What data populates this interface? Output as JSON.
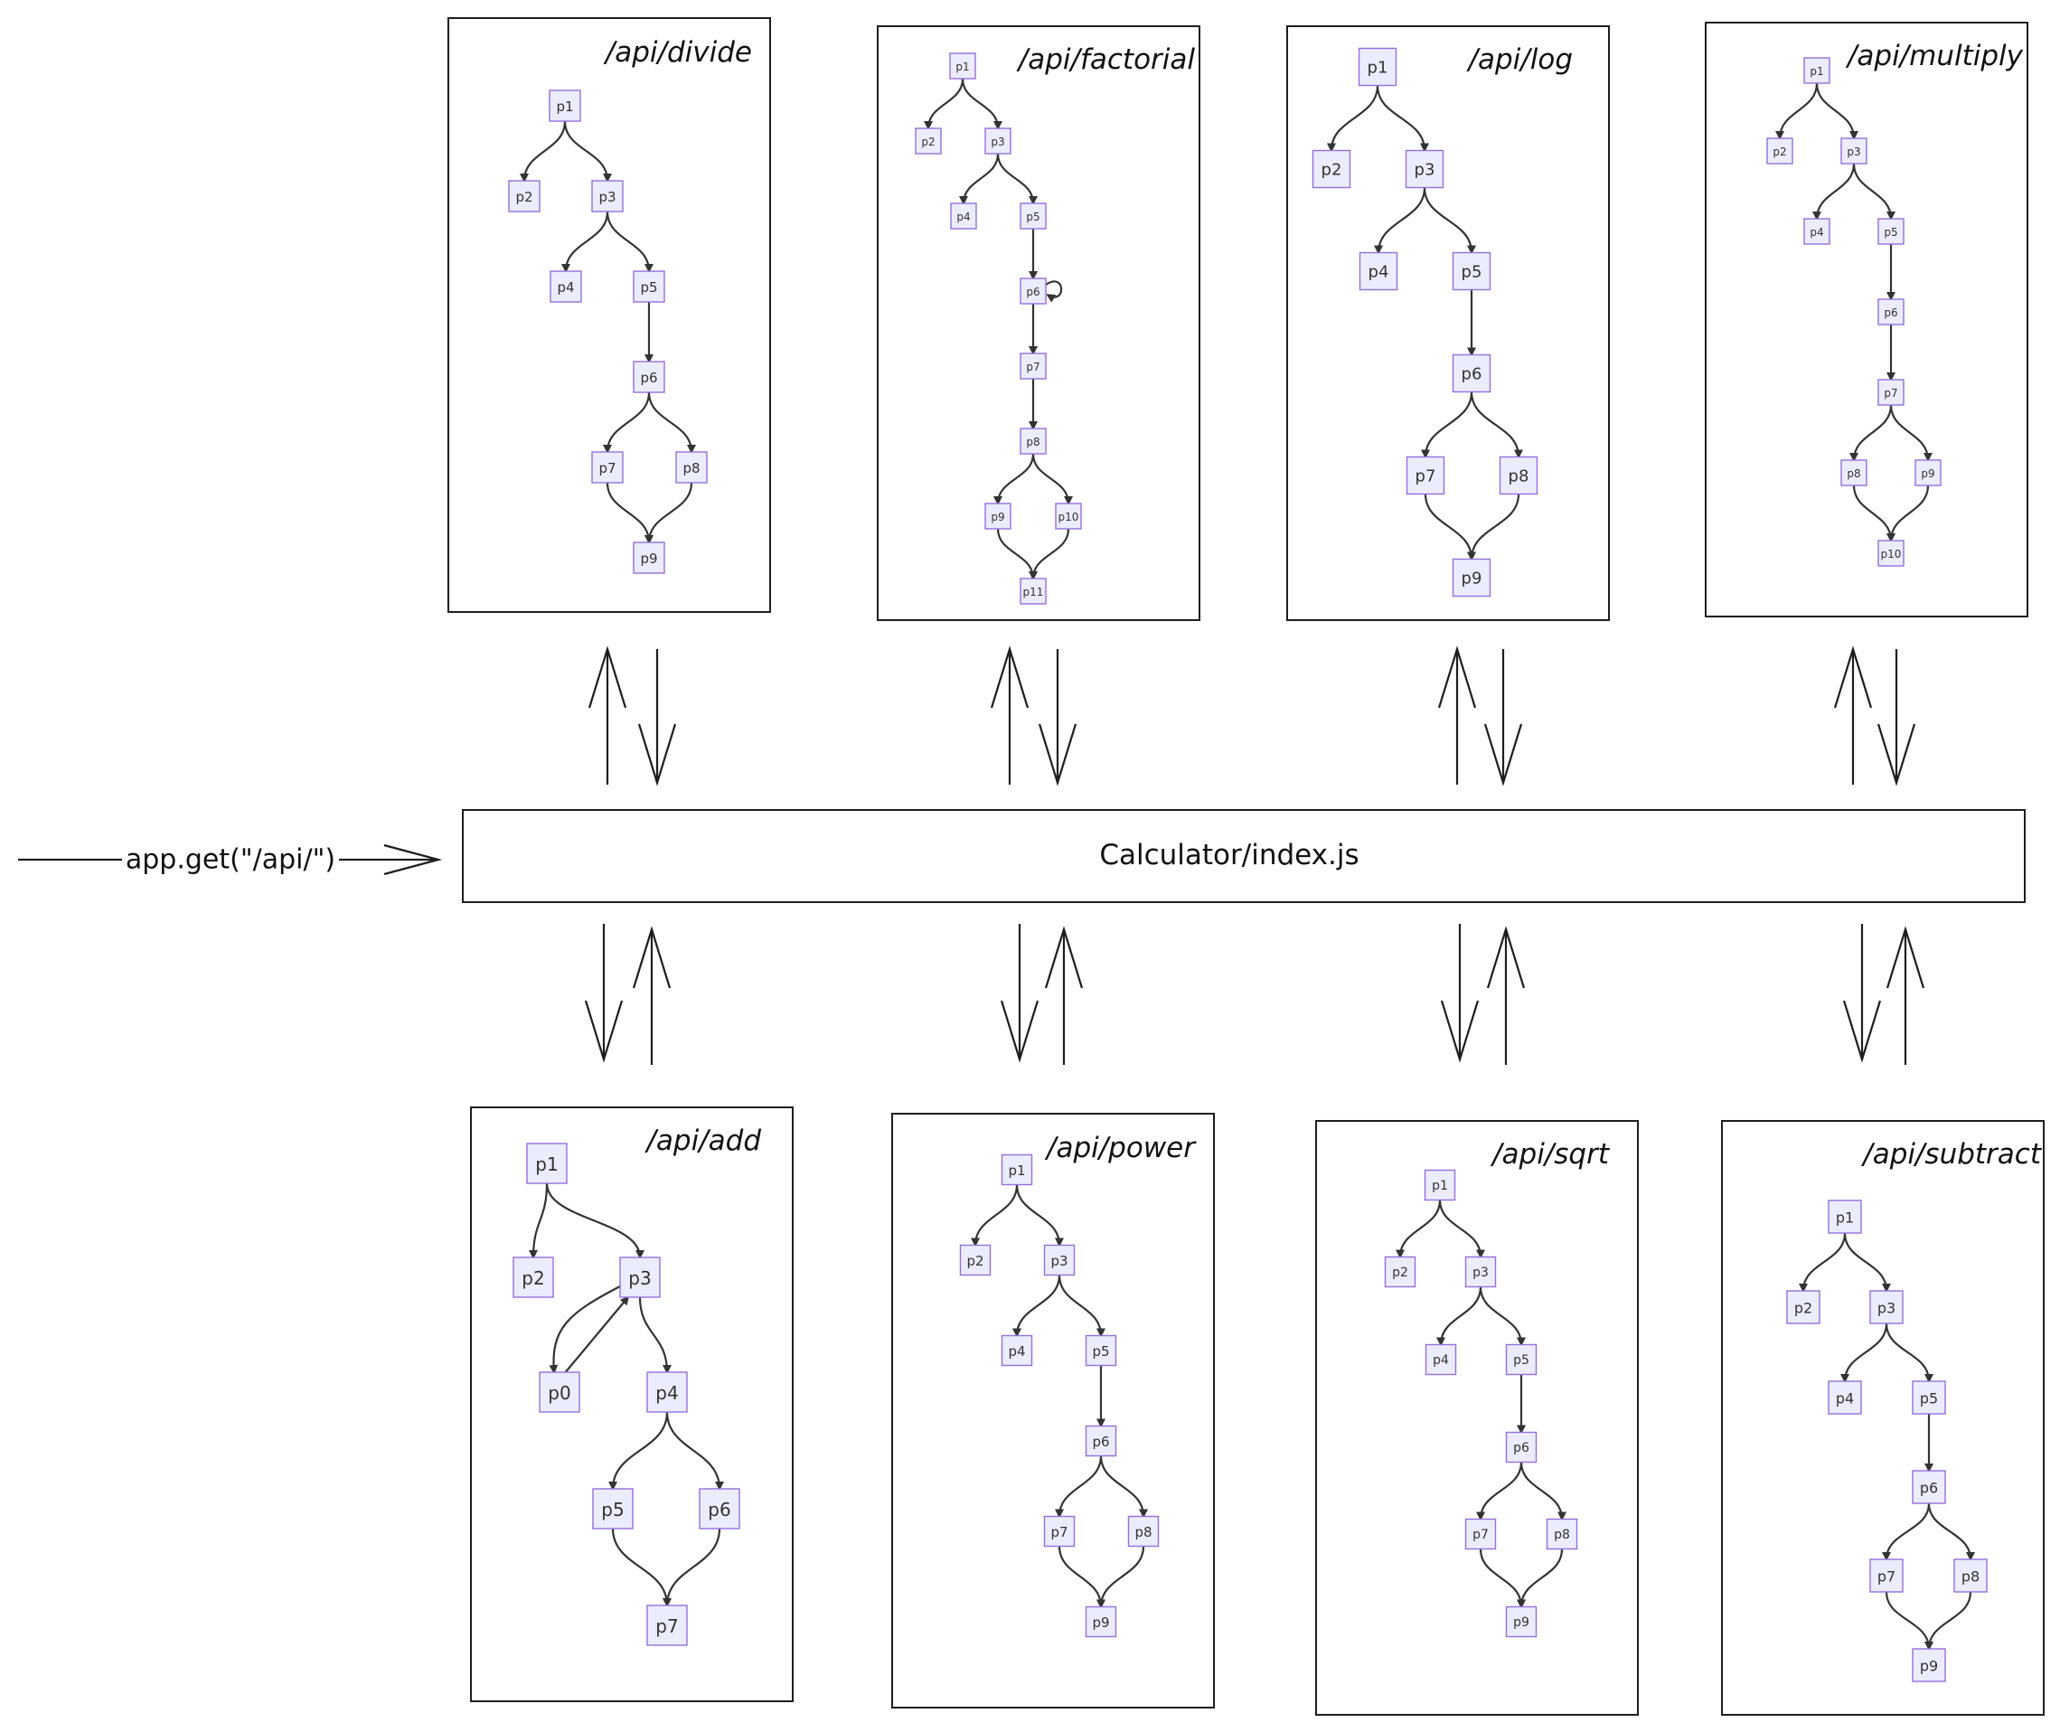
{
  "main": {
    "label": "Calculator/index.js",
    "entry_label": "app.get(\"/api/\")"
  },
  "panels": [
    {
      "id": "divide",
      "title": "/api/divide",
      "nodes": [
        "p1",
        "p2",
        "p3",
        "p4",
        "p5",
        "p6",
        "p7",
        "p8",
        "p9"
      ],
      "edges": [
        [
          "p1",
          "p2"
        ],
        [
          "p1",
          "p3"
        ],
        [
          "p3",
          "p4"
        ],
        [
          "p3",
          "p5"
        ],
        [
          "p5",
          "p6"
        ],
        [
          "p6",
          "p7"
        ],
        [
          "p6",
          "p8"
        ],
        [
          "p7",
          "p9"
        ],
        [
          "p8",
          "p9"
        ]
      ]
    },
    {
      "id": "factorial",
      "title": "/api/factorial",
      "nodes": [
        "p1",
        "p2",
        "p3",
        "p4",
        "p5",
        "p6",
        "p7",
        "p8",
        "p9",
        "p10",
        "p11"
      ],
      "edges": [
        [
          "p1",
          "p2"
        ],
        [
          "p1",
          "p3"
        ],
        [
          "p3",
          "p4"
        ],
        [
          "p3",
          "p5"
        ],
        [
          "p5",
          "p6"
        ],
        [
          "p6",
          "p6"
        ],
        [
          "p6",
          "p7"
        ],
        [
          "p7",
          "p8"
        ],
        [
          "p8",
          "p9"
        ],
        [
          "p8",
          "p10"
        ],
        [
          "p9",
          "p11"
        ],
        [
          "p10",
          "p11"
        ]
      ]
    },
    {
      "id": "log",
      "title": "/api/log",
      "nodes": [
        "p1",
        "p2",
        "p3",
        "p4",
        "p5",
        "p6",
        "p7",
        "p8",
        "p9"
      ],
      "edges": [
        [
          "p1",
          "p2"
        ],
        [
          "p1",
          "p3"
        ],
        [
          "p3",
          "p4"
        ],
        [
          "p3",
          "p5"
        ],
        [
          "p5",
          "p6"
        ],
        [
          "p6",
          "p7"
        ],
        [
          "p6",
          "p8"
        ],
        [
          "p7",
          "p9"
        ],
        [
          "p8",
          "p9"
        ]
      ]
    },
    {
      "id": "multiply",
      "title": "/api/multiply",
      "nodes": [
        "p1",
        "p2",
        "p3",
        "p4",
        "p5",
        "p6",
        "p7",
        "p8",
        "p9",
        "p10"
      ],
      "edges": [
        [
          "p1",
          "p2"
        ],
        [
          "p1",
          "p3"
        ],
        [
          "p3",
          "p4"
        ],
        [
          "p3",
          "p5"
        ],
        [
          "p5",
          "p6"
        ],
        [
          "p6",
          "p7"
        ],
        [
          "p7",
          "p8"
        ],
        [
          "p7",
          "p9"
        ],
        [
          "p8",
          "p10"
        ],
        [
          "p9",
          "p10"
        ]
      ]
    },
    {
      "id": "add",
      "title": "/api/add",
      "nodes": [
        "p1",
        "p2",
        "p3",
        "p0",
        "p4",
        "p5",
        "p6",
        "p7"
      ],
      "edges": [
        [
          "p1",
          "p2"
        ],
        [
          "p1",
          "p3"
        ],
        [
          "p3",
          "p0"
        ],
        [
          "p0",
          "p3"
        ],
        [
          "p3",
          "p4"
        ],
        [
          "p4",
          "p5"
        ],
        [
          "p4",
          "p6"
        ],
        [
          "p5",
          "p7"
        ],
        [
          "p6",
          "p7"
        ]
      ]
    },
    {
      "id": "power",
      "title": "/api/power",
      "nodes": [
        "p1",
        "p2",
        "p3",
        "p4",
        "p5",
        "p6",
        "p7",
        "p8",
        "p9"
      ],
      "edges": [
        [
          "p1",
          "p2"
        ],
        [
          "p1",
          "p3"
        ],
        [
          "p3",
          "p4"
        ],
        [
          "p3",
          "p5"
        ],
        [
          "p5",
          "p6"
        ],
        [
          "p6",
          "p7"
        ],
        [
          "p6",
          "p8"
        ],
        [
          "p7",
          "p9"
        ],
        [
          "p8",
          "p9"
        ]
      ]
    },
    {
      "id": "sqrt",
      "title": "/api/sqrt",
      "nodes": [
        "p1",
        "p2",
        "p3",
        "p4",
        "p5",
        "p6",
        "p7",
        "p8",
        "p9"
      ],
      "edges": [
        [
          "p1",
          "p2"
        ],
        [
          "p1",
          "p3"
        ],
        [
          "p3",
          "p4"
        ],
        [
          "p3",
          "p5"
        ],
        [
          "p5",
          "p6"
        ],
        [
          "p6",
          "p7"
        ],
        [
          "p6",
          "p8"
        ],
        [
          "p7",
          "p9"
        ],
        [
          "p8",
          "p9"
        ]
      ]
    },
    {
      "id": "subtract",
      "title": "/api/subtract",
      "nodes": [
        "p1",
        "p2",
        "p3",
        "p4",
        "p5",
        "p6",
        "p7",
        "p8",
        "p9"
      ],
      "edges": [
        [
          "p1",
          "p2"
        ],
        [
          "p1",
          "p3"
        ],
        [
          "p3",
          "p4"
        ],
        [
          "p3",
          "p5"
        ],
        [
          "p5",
          "p6"
        ],
        [
          "p6",
          "p7"
        ],
        [
          "p6",
          "p8"
        ],
        [
          "p7",
          "p9"
        ],
        [
          "p8",
          "p9"
        ]
      ]
    }
  ]
}
